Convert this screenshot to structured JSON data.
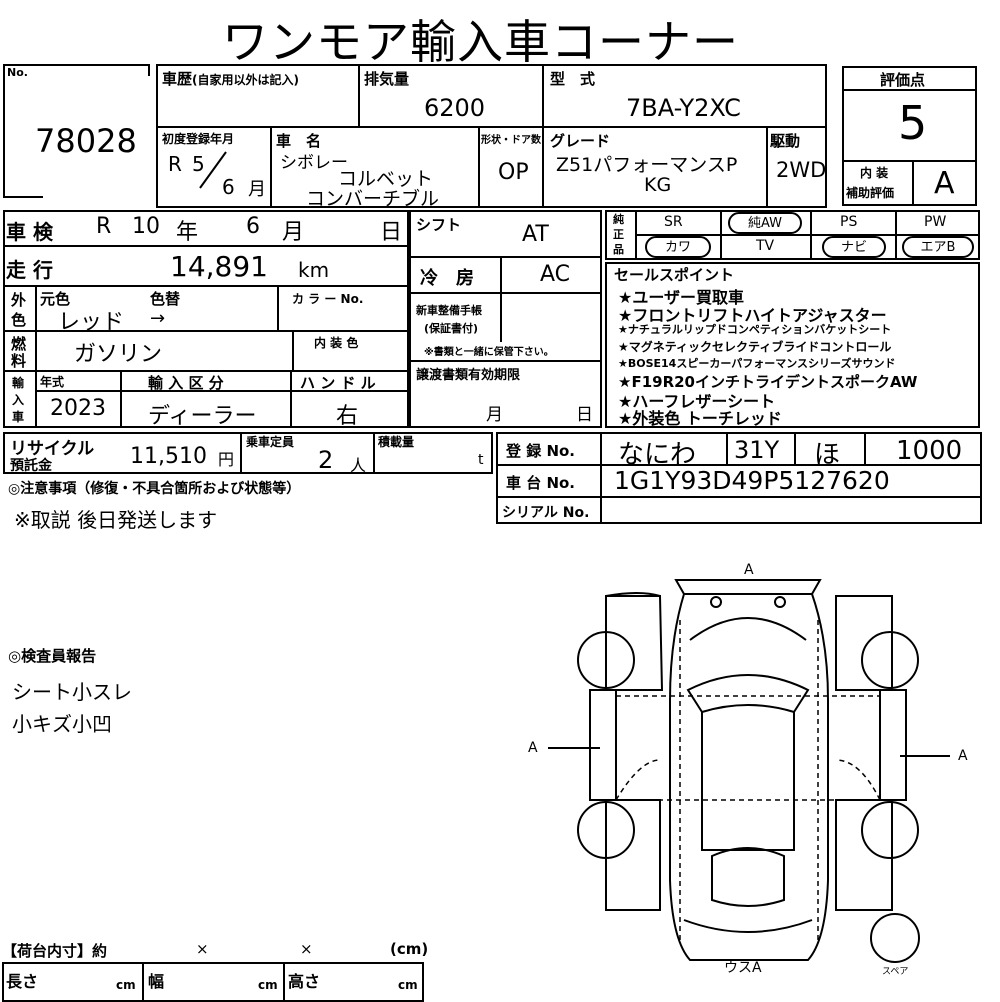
{
  "title": "ワンモア輸入車コーナー",
  "no": {
    "label": "No.",
    "value": "78028"
  },
  "history": {
    "label": "車歴",
    "note": "(自家用以外は記入)"
  },
  "displacement": {
    "label": "排気量",
    "value": "6200"
  },
  "model_code": {
    "label": "型　式",
    "value": "7BA-Y2XC"
  },
  "score": {
    "label": "評価点",
    "value": "5",
    "interior_label_1": "内 装",
    "interior_label_2": "補助評価",
    "interior_value": "A"
  },
  "first_reg": {
    "label": "初度登録年月",
    "era": "R",
    "year": "5",
    "month": "6",
    "month_unit": "月"
  },
  "car_name": {
    "label": "車　名",
    "maker": "シボレー",
    "model": "コルベット",
    "body": "コンバーチブル"
  },
  "doors": {
    "label": "形状・ドア数",
    "value": "OP"
  },
  "grade": {
    "label": "グレード",
    "line1": "Z51パフォーマンスP",
    "line2": "KG"
  },
  "drive": {
    "label": "駆動",
    "value": "2WD"
  },
  "inspection": {
    "label": "車 検",
    "era": "R",
    "year": "10",
    "year_unit": "年",
    "month": "6",
    "month_unit": "月",
    "day_unit": "日"
  },
  "mileage": {
    "label": "走 行",
    "value": "14,891",
    "unit": "km"
  },
  "color": {
    "side_label_1": "外",
    "side_label_2": "色",
    "orig_label": "元色",
    "change_label": "色替",
    "code_label": "カ ラ ー No.",
    "value": "レッド",
    "arrow": "→"
  },
  "fuel": {
    "side_label_1": "燃",
    "side_label_2": "料",
    "value": "ガソリン",
    "interior_color_label": "内 装 色"
  },
  "import": {
    "side_label_1": "輸",
    "side_label_2": "入",
    "side_label_3": "車",
    "year_label": "年式",
    "year": "2023",
    "kind_label": "輸 入 区 分",
    "kind": "ディーラー",
    "handle_label": "ハ ン ド ル",
    "handle": "右"
  },
  "recycle": {
    "label_1": "リサイクル",
    "label_2": "預託金",
    "value": "11,510",
    "unit": "円"
  },
  "capacity": {
    "label": "乗車定員",
    "value": "2",
    "unit": "人"
  },
  "load": {
    "label": "積載量",
    "unit": "t"
  },
  "shift": {
    "label": "シフト",
    "value": "AT"
  },
  "ac": {
    "label": "冷　房",
    "value": "AC"
  },
  "warranty": {
    "label_1": "新車整備手帳",
    "label_2": "(保証書付)",
    "note": "※書類と一緒に保管下さい。"
  },
  "transfer": {
    "label": "譲渡書類有効期限",
    "month_unit": "月",
    "day_unit": "日"
  },
  "equipment": {
    "side_1": "純",
    "side_2": "正",
    "side_3": "品",
    "row1": [
      {
        "label": "SR",
        "circled": false
      },
      {
        "label": "純AW",
        "circled": true
      },
      {
        "label": "PS",
        "circled": false
      },
      {
        "label": "PW",
        "circled": false
      }
    ],
    "row2": [
      {
        "label": "カワ",
        "circled": true
      },
      {
        "label": "TV",
        "circled": false
      },
      {
        "label": "ナビ",
        "circled": true
      },
      {
        "label": "エアB",
        "circled": true
      }
    ]
  },
  "sales_points": {
    "label": "セールスポイント",
    "items": [
      "★ユーザー買取車",
      "★フロントリフトハイトアジャスター",
      "★ナチュラルリップドコンペティションバケットシート",
      "★マグネティックセレクティブライドコントロール",
      "★BOSE14スピーカーパフォーマンスシリーズサウンド",
      "★F19R20インチトライデントスポークAW",
      "★ハーフレザーシート",
      "★外装色 トーチレッド"
    ]
  },
  "registration": {
    "label": "登 録 No.",
    "region": "なにわ",
    "class": "31Y",
    "kana": "ほ",
    "number": "1000"
  },
  "chassis": {
    "label": "車 台 No.",
    "value": "1G1Y93D49P5127620"
  },
  "serial": {
    "label": "シリアル No.",
    "value": ""
  },
  "notes": {
    "label": "◎注意事項（修復・不具合箇所および状態等）",
    "text": "※取説 後日発送します"
  },
  "inspector": {
    "label": "◎検査員報告",
    "lines": [
      "シート小スレ",
      "小キズ小凹"
    ]
  },
  "diagram": {
    "top_mark": "A",
    "left_mark": "A",
    "right_mark": "A",
    "bottom_mark": "ウスA",
    "spare_label": "スペア"
  },
  "cargo": {
    "label": "【荷台内寸】約",
    "x1": "×",
    "x2": "×",
    "unit": "(cm)",
    "length_label": "長さ",
    "width_label": "幅",
    "height_label": "高さ",
    "cm": "cm"
  }
}
